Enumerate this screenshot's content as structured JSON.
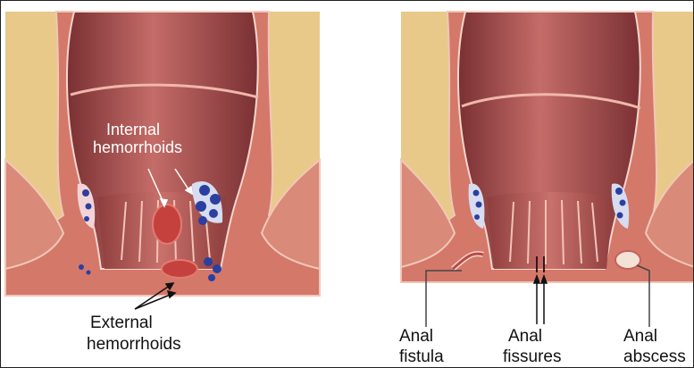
{
  "labels": {
    "internal_line1": "Internal",
    "internal_line2": "hemorrhoids",
    "external_line1": "External",
    "external_line2": "hemorrhoids",
    "fistula_line1": "Anal",
    "fistula_line2": "fistula",
    "fissures_line1": "Anal",
    "fissures_line2": "fissures",
    "abscess_line1": "Anal",
    "abscess_line2": "abscess"
  },
  "colors": {
    "tissue_bg": "#e8c98a",
    "muscle": "#d4786a",
    "lumen_dark": "#8a3b3c",
    "lumen_mid": "#b9615e",
    "vein_blue": "#2a3fa0",
    "hemorrhoid": "#c5413e"
  }
}
